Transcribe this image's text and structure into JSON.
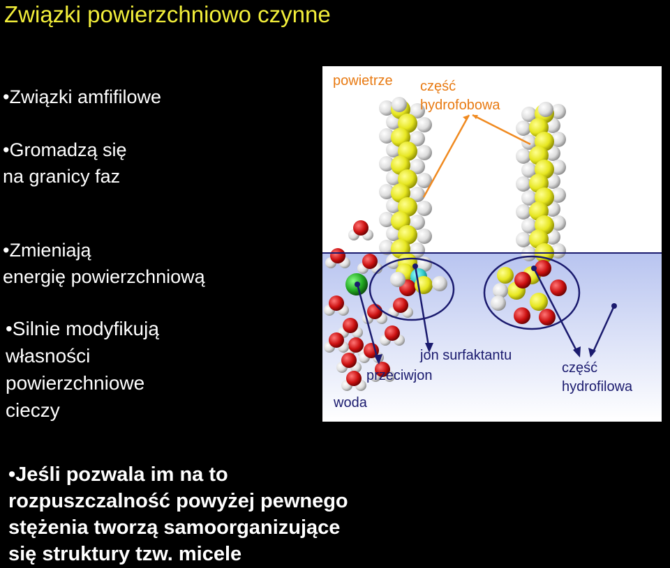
{
  "slide": {
    "title": "Związki powierzchniowo czynne",
    "bullets": {
      "b1_line1": "•Związki amfifilowe",
      "b2_line1": "•Gromadzą się",
      "b2_line2": "na granicy faz",
      "b3_line1": "•Zmieniają",
      "b3_line2": "energię powierzchniową",
      "b4_line1": "•Silnie modyfikują",
      "b4_line2": "własności",
      "b4_line3": "powierzchniowe",
      "b4_line4": "cieczy"
    },
    "bottom": {
      "line1": "•Jeśli pozwala im na to",
      "line2": "rozpuszczalność powyżej pewnego",
      "line3": "stężenia tworzą samoorganizujące",
      "line4": "się struktury tzw. micele"
    }
  },
  "figure": {
    "labels": {
      "air": "powietrze",
      "hydrophobic_1": "część",
      "hydrophobic_2": "hydrofobowa",
      "surfactant_ion": "jon surfaktantu",
      "counterion": "przeciwjon",
      "water": "woda",
      "hydrophilic_1": "część",
      "hydrophilic_2": "hydrofilowa"
    },
    "colors": {
      "air_label": "#e87a12",
      "hydrophobic_label": "#e87a12",
      "other_labels": "#1a1a6e",
      "air_bg": "#ffffff",
      "water_bg_top": "#b8c4f0",
      "water_bg_bottom": "#ffffff",
      "interface_line": "#1a1a6e",
      "carbon": "#e6e620",
      "hydrogen": "#eeeeee",
      "oxygen": "#cc1111",
      "sulfur": "#33cccc",
      "counterion": "#22aa22"
    }
  }
}
